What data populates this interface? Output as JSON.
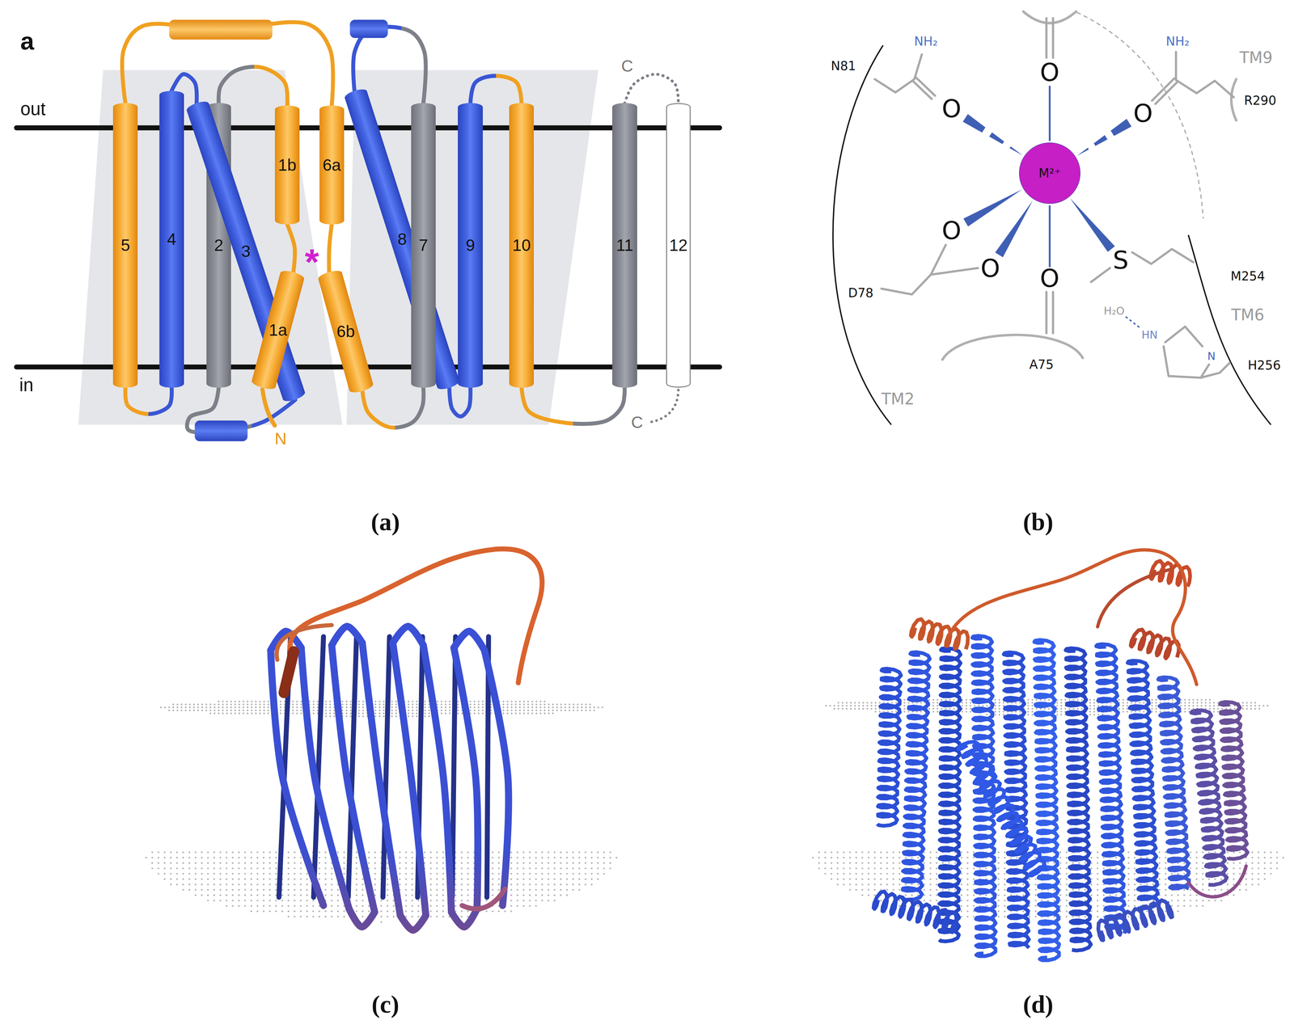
{
  "diagram": {
    "nodes": [
      {
        "text": [
          "5"
        ]
      },
      {
        "text": [
          "4"
        ]
      },
      {
        "text": [
          "2"
        ]
      },
      {
        "text": [
          "3"
        ]
      },
      {
        "text": [
          "1b"
        ]
      },
      {
        "text": [
          "6a"
        ]
      },
      {
        "text": [
          "1a"
        ]
      },
      {
        "text": [
          "6b"
        ]
      },
      {
        "text": [
          "8"
        ]
      },
      {
        "text": [
          "7"
        ]
      },
      {
        "text": [
          "9"
        ]
      },
      {
        "text": [
          "10"
        ]
      },
      {
        "text": [
          "11"
        ]
      },
      {
        "text": [
          "12"
        ]
      },
      {
        "text": [
          "M²⁺"
        ]
      }
    ],
    "edges": [
      {
        "from": 6,
        "to": 4,
        "arrow": "none"
      },
      {
        "from": 4,
        "to": 2,
        "arrow": "none"
      },
      {
        "from": 2,
        "to": 3,
        "arrow": "none"
      },
      {
        "from": 3,
        "to": 1,
        "arrow": "none"
      },
      {
        "from": 1,
        "to": 0,
        "arrow": "none"
      },
      {
        "from": 0,
        "to": 5,
        "arrow": "none"
      },
      {
        "from": 5,
        "to": 7,
        "arrow": "none"
      },
      {
        "from": 7,
        "to": 9,
        "arrow": "none"
      },
      {
        "from": 9,
        "to": 8,
        "arrow": "none"
      },
      {
        "from": 8,
        "to": 10,
        "arrow": "none"
      },
      {
        "from": 10,
        "to": 11,
        "arrow": "none"
      },
      {
        "from": 11,
        "to": 12,
        "arrow": "none"
      },
      {
        "from": 12,
        "to": 13,
        "arrow": "none"
      }
    ],
    "labels": [
      "a",
      "out",
      "in",
      "*",
      "C",
      "C",
      "N",
      "N81",
      "NH₂",
      "O",
      "NH₂",
      "TM9",
      "O",
      "O",
      "R290",
      "O",
      "O",
      "S",
      "O",
      "M254",
      "D78",
      "TM6",
      "H₂O",
      "HN",
      "N",
      "A75",
      "H256",
      "TM2",
      "(a)",
      "(b)",
      "(c)",
      "(d)"
    ]
  }
}
